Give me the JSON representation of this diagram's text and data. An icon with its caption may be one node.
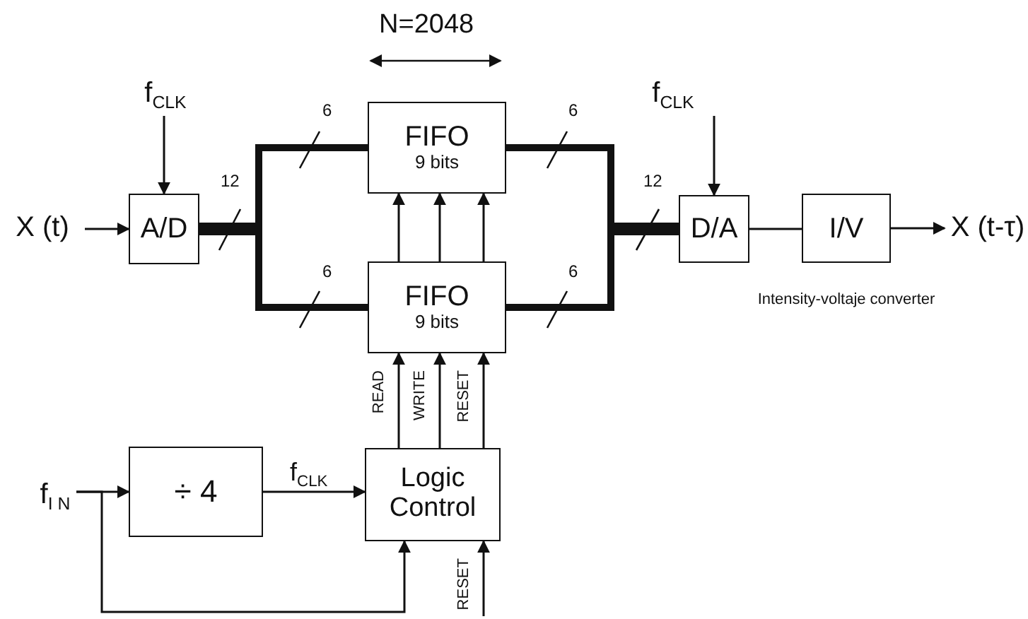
{
  "diagram": {
    "nodes": [
      {
        "text": [
          "X (t)"
        ]
      },
      {
        "text": [
          "A/D"
        ]
      },
      {
        "text": [
          "FIFO",
          "9 bits"
        ]
      },
      {
        "text": [
          "FIFO",
          "9 bits"
        ]
      },
      {
        "text": [
          "D/A"
        ]
      },
      {
        "text": [
          "I/V"
        ],
        "beside": [
          "Intensity-voltaje converter"
        ]
      },
      {
        "text": [
          "X (t-τ)"
        ]
      },
      {
        "text": [
          "f$_{CLK}$"
        ]
      },
      {
        "text": [
          "f$_{CLK}$"
        ]
      },
      {
        "text": [
          "f$_{I N}$"
        ]
      },
      {
        "text": [
          "÷ 4"
        ]
      },
      {
        "text": [
          "Logic Control"
        ]
      }
    ],
    "edges": [
      {
        "from": 0,
        "to": 1,
        "arrow": "to"
      },
      {
        "from": 7,
        "to": 1,
        "arrow": "to"
      },
      {
        "from": 1,
        "to": 2,
        "arrow": "none",
        "style": "thick"
      },
      {
        "from": 1,
        "to": 3,
        "arrow": "none",
        "style": "thick"
      },
      {
        "from": 2,
        "to": 4,
        "arrow": "none",
        "style": "thick"
      },
      {
        "from": 3,
        "to": 4,
        "arrow": "none",
        "style": "thick"
      },
      {
        "from": 8,
        "to": 4,
        "arrow": "to"
      },
      {
        "from": 4,
        "to": 5,
        "arrow": "none"
      },
      {
        "from": 5,
        "to": 6,
        "arrow": "to"
      },
      {
        "from": 9,
        "to": 10,
        "arrow": "to"
      },
      {
        "from": 10,
        "to": 11,
        "arrow": "to",
        "label": "f$_{CLK}$"
      },
      {
        "from": 9,
        "to": 11,
        "arrow": "to"
      },
      {
        "from": 11,
        "to": 3,
        "arrow": "to",
        "label": "READ"
      },
      {
        "from": 11,
        "to": 3,
        "arrow": "to",
        "label": "WRITE"
      },
      {
        "from": 11,
        "to": 3,
        "arrow": "to",
        "label": "RESET"
      },
      {
        "from": null,
        "to": 11,
        "arrow": "to",
        "label": "RESET"
      },
      {
        "from": 3,
        "to": 2,
        "arrow": "to"
      },
      {
        "from": 3,
        "to": 2,
        "arrow": "to"
      },
      {
        "from": 3,
        "to": 2,
        "arrow": "to"
      }
    ],
    "labels": [
      "N=2048",
      "6",
      "6",
      "12",
      "12",
      "6",
      "6"
    ]
  }
}
